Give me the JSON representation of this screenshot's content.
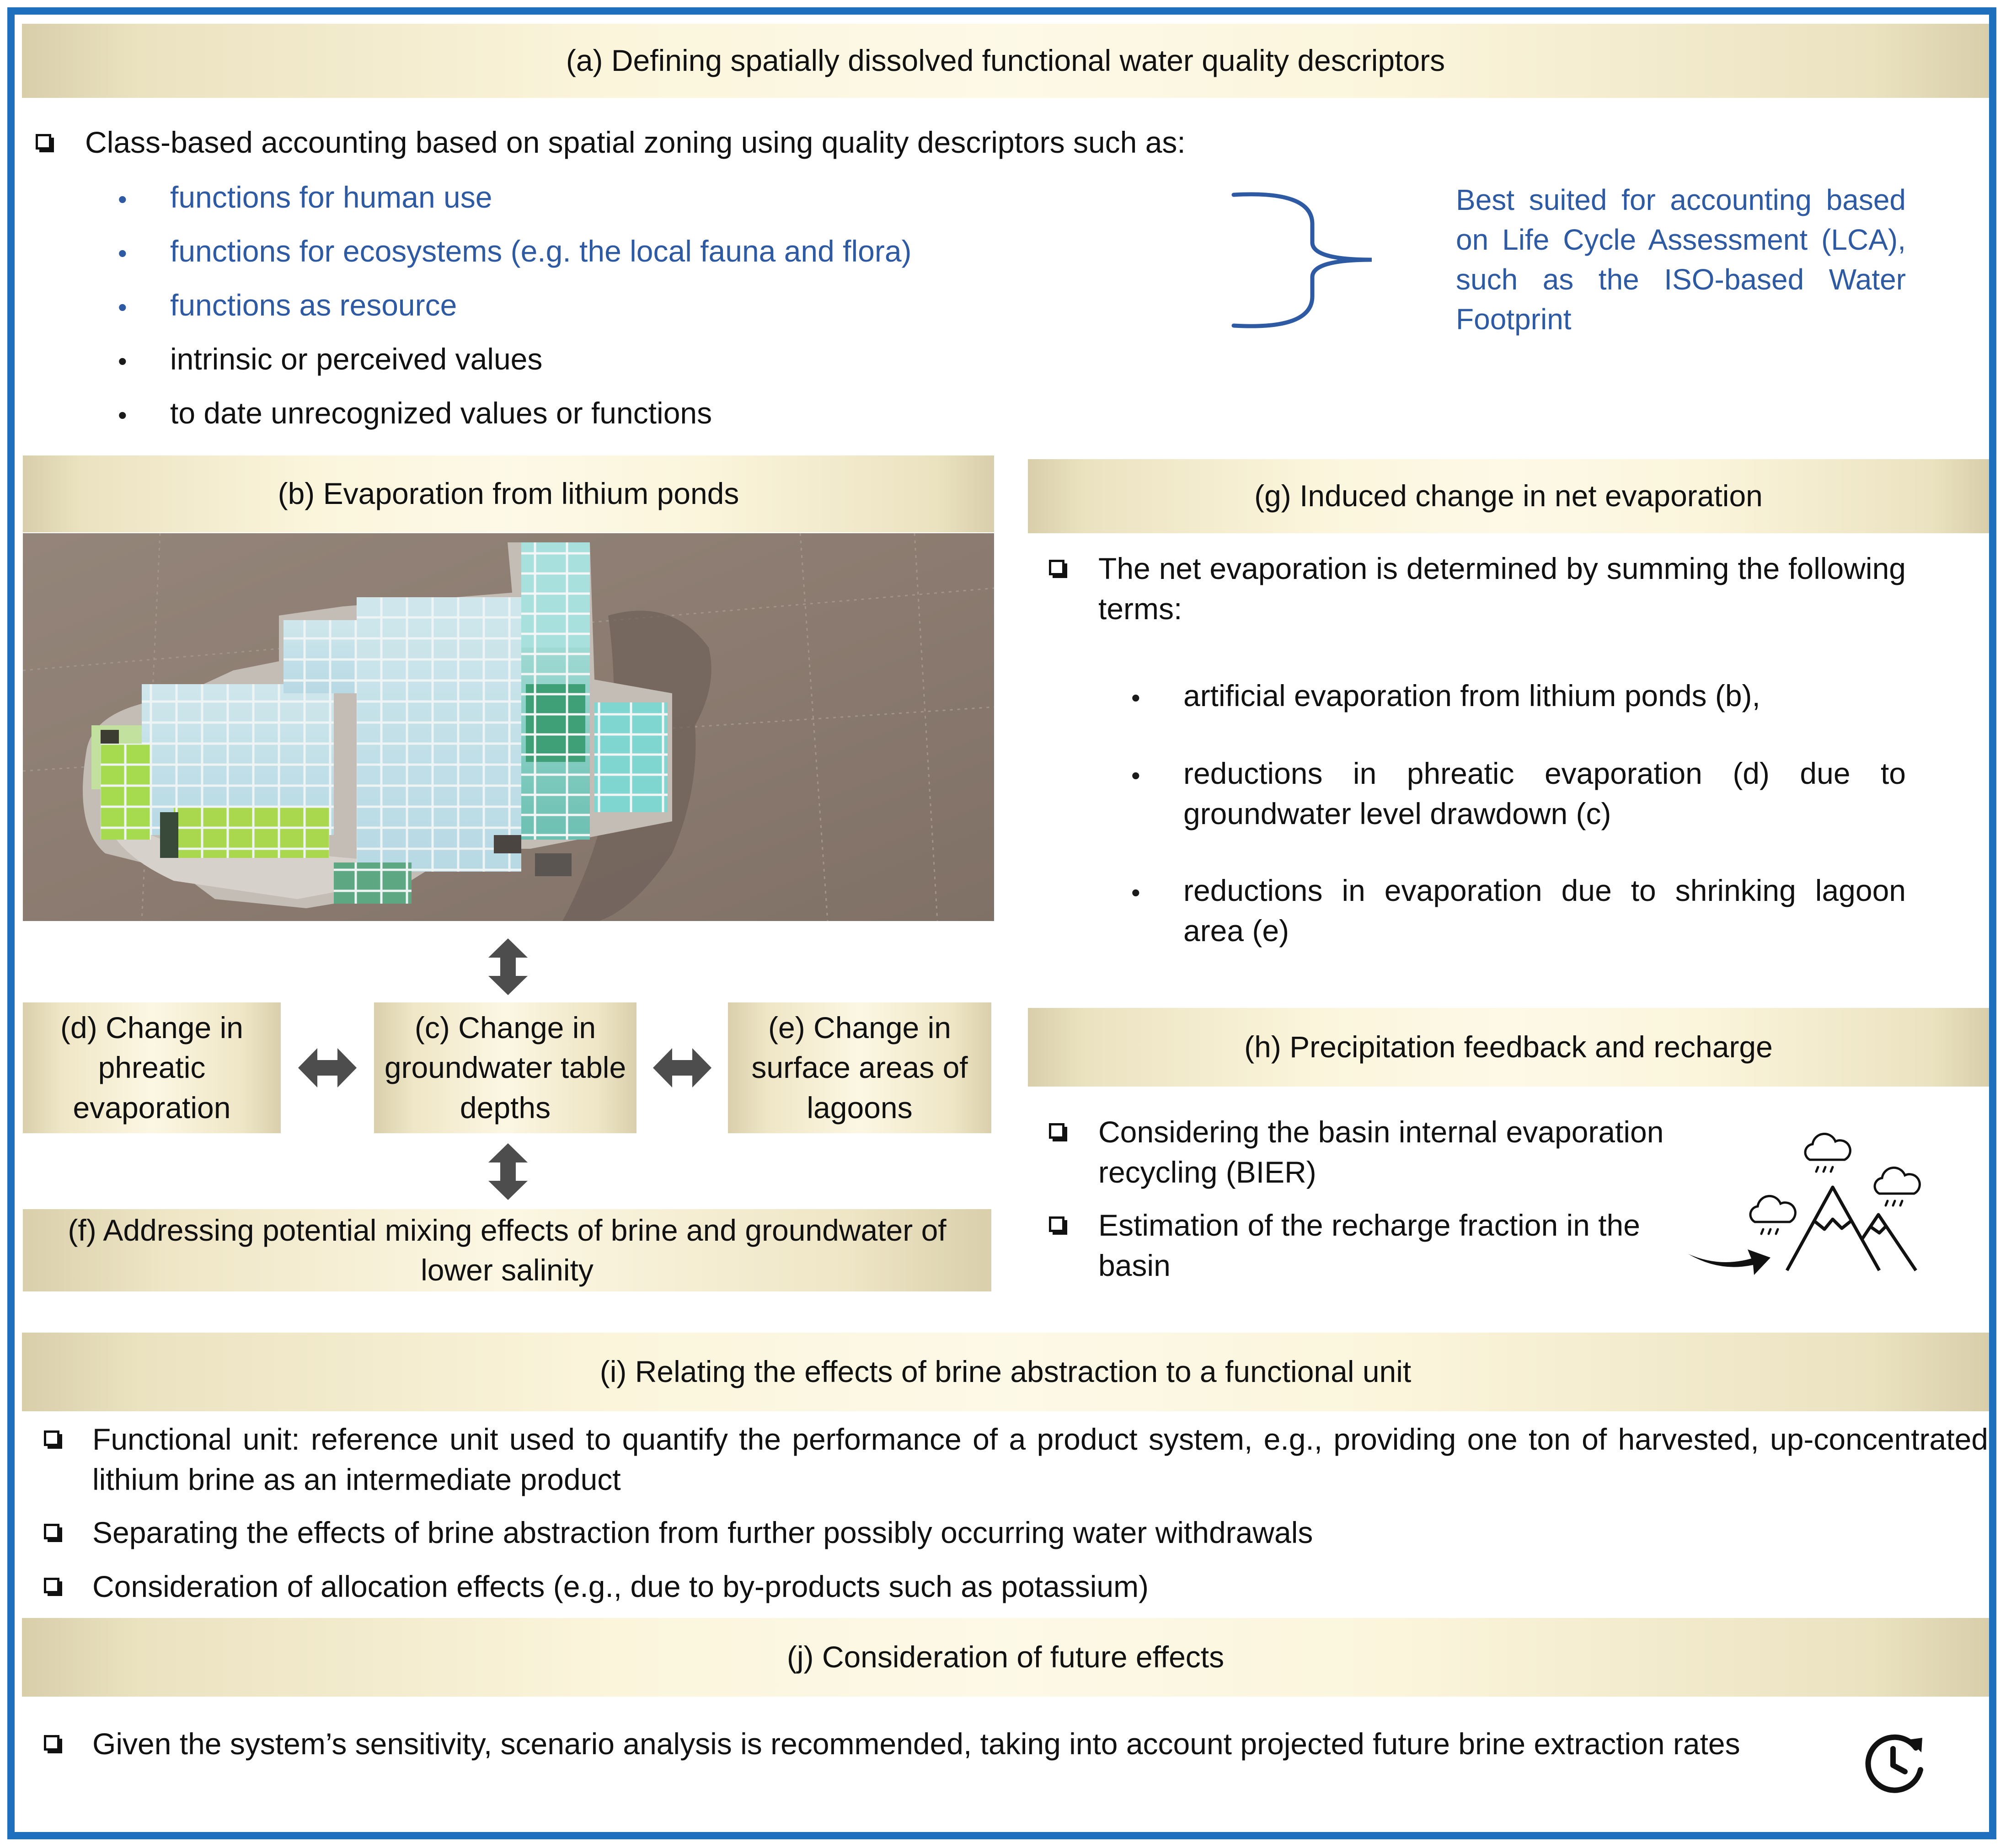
{
  "panel_a": {
    "header": "(a) Defining spatially dissolved functional water quality descriptors",
    "intro": "Class-based accounting based on spatial zoning using quality descriptors such as:",
    "bullets": [
      "functions for human use",
      "functions for ecosystems (e.g. the local fauna and flora)",
      "functions as resource",
      "intrinsic or perceived values",
      "to date unrecognized values or functions"
    ],
    "note": "Best suited for accounting based on Life Cycle Assessment (LCA), such as the ISO-based Water Footprint"
  },
  "panel_b": {
    "header": "(b) Evaporation from lithium ponds"
  },
  "panel_c": {
    "text": "(c) Change in groundwater table depths"
  },
  "panel_d": {
    "text": "(d) Change in phreatic evaporation"
  },
  "panel_e": {
    "text": "(e) Change in surface areas of lagoons"
  },
  "panel_f": {
    "text": "(f) Addressing potential mixing effects of brine and groundwater of lower salinity"
  },
  "panel_g": {
    "header": "(g) Induced change in net evaporation",
    "intro": "The net evaporation is determined by summing the following terms:",
    "bullets": [
      "artificial evaporation from lithium ponds (b),",
      "reductions in phreatic evaporation (d) due to groundwater level drawdown (c)",
      "reductions in evaporation due to shrinking lagoon area (e)"
    ]
  },
  "panel_h": {
    "header": "(h) Precipitation feedback and recharge",
    "items": [
      "Considering the basin internal evaporation recycling (BIER)",
      "Estimation of the recharge fraction in the basin"
    ]
  },
  "panel_i": {
    "header": "(i) Relating the effects of brine abstraction to a functional unit",
    "items": [
      "Functional unit: reference unit used to quantify the performance of a product system, e.g., providing one ton of harvested, up-concentrated lithium brine as an intermediate product",
      "Separating the effects of brine abstraction from further possibly occurring water withdrawals",
      "Consideration of allocation effects (e.g., due to by-products such as potassium)"
    ]
  },
  "panel_j": {
    "header": "(j) Consideration of future effects",
    "item": "Given the system’s sensitivity, scenario analysis is recommended, taking into account projected future brine extraction rates"
  },
  "icons": [
    "checkbox-bullet-icon",
    "curly-brace-icon",
    "double-arrow-icon",
    "rain-cloud-icon",
    "mountain-icon",
    "curved-arrow-icon",
    "clock-refresh-icon"
  ],
  "colors": {
    "frame": "#1f6fbf",
    "accent_text": "#2e5aa3",
    "header_gold": "#d8ceaa"
  }
}
